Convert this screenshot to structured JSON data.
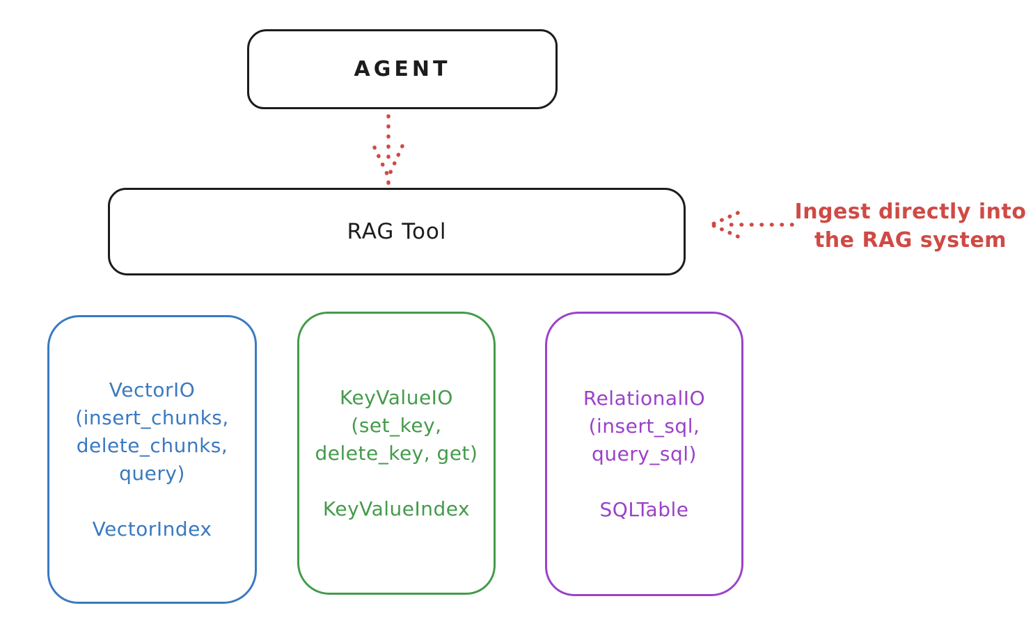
{
  "colors": {
    "black": "#1c1c1c",
    "red": "#cf4a45",
    "blue": "#3a79c0",
    "green": "#449b4b",
    "purple": "#9b41c8"
  },
  "agent": {
    "label": "AGENT"
  },
  "rag_tool": {
    "label": "RAG Tool"
  },
  "annotation": {
    "line1": "Ingest directly into",
    "line2": "the RAG system"
  },
  "stores": [
    {
      "name": "vector-io",
      "color": "#3a79c0",
      "lines": [
        "VectorIO",
        "(insert_chunks,",
        "delete_chunks,",
        "query)"
      ],
      "index_label": "VectorIndex"
    },
    {
      "name": "keyvalue-io",
      "color": "#449b4b",
      "lines": [
        "KeyValueIO",
        "(set_key,",
        "delete_key, get)"
      ],
      "index_label": "KeyValueIndex"
    },
    {
      "name": "relational-io",
      "color": "#9b41c8",
      "lines": [
        "RelationalIO",
        "(insert_sql,",
        "query_sql)"
      ],
      "index_label": "SQLTable"
    }
  ]
}
